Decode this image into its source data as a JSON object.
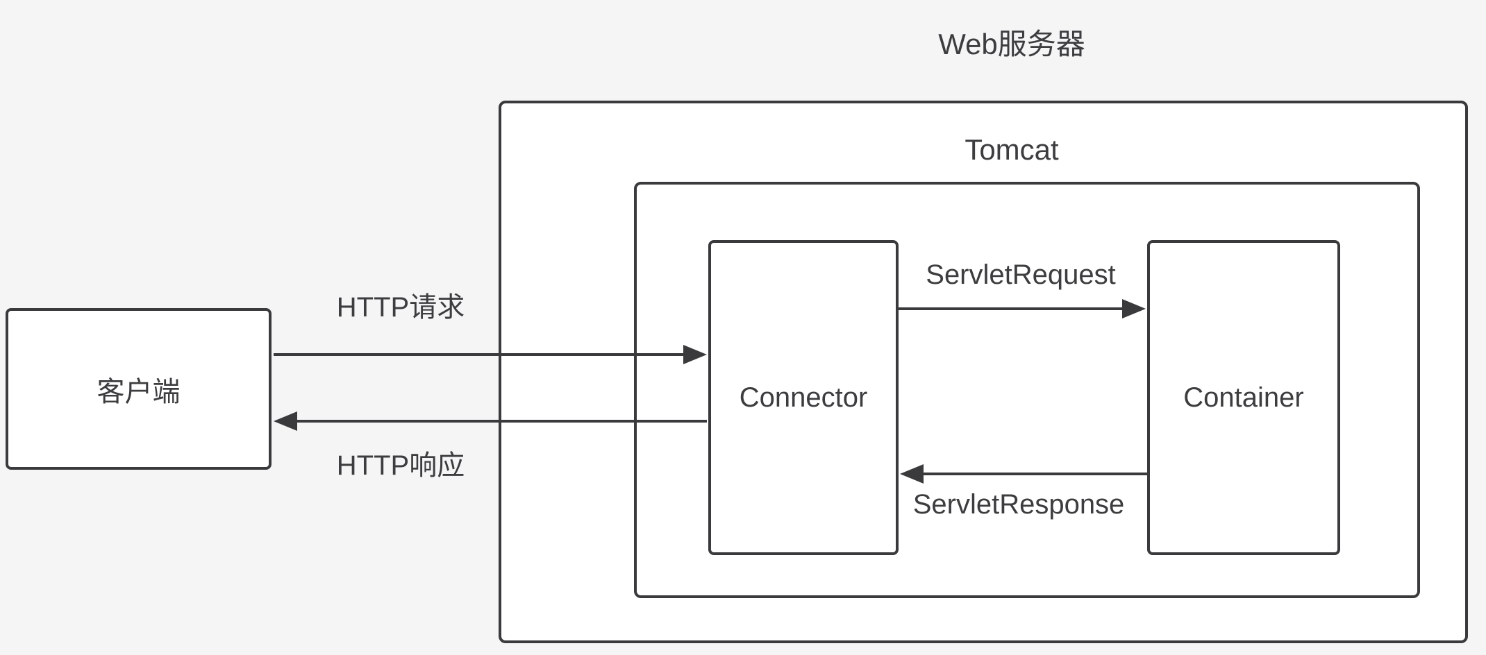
{
  "colors": {
    "background": "#f5f5f6",
    "box_fill": "#ffffff",
    "stroke": "#3a3a3c",
    "text": "#3d3d3f"
  },
  "nodes": {
    "web_server": {
      "label": "Web服务器"
    },
    "tomcat": {
      "label": "Tomcat"
    },
    "connector": {
      "label": "Connector"
    },
    "container": {
      "label": "Container"
    },
    "client": {
      "label": "客户端"
    }
  },
  "arrows": {
    "http_request": {
      "label": "HTTP请求",
      "from": "client",
      "to": "connector",
      "direction": "left-to-right"
    },
    "http_response": {
      "label": "HTTP响应",
      "from": "connector",
      "to": "client",
      "direction": "right-to-left"
    },
    "servlet_request": {
      "label": "ServletRequest",
      "from": "connector",
      "to": "container",
      "direction": "left-to-right"
    },
    "servlet_response": {
      "label": "ServletResponse",
      "from": "container",
      "to": "connector",
      "direction": "right-to-left"
    }
  }
}
